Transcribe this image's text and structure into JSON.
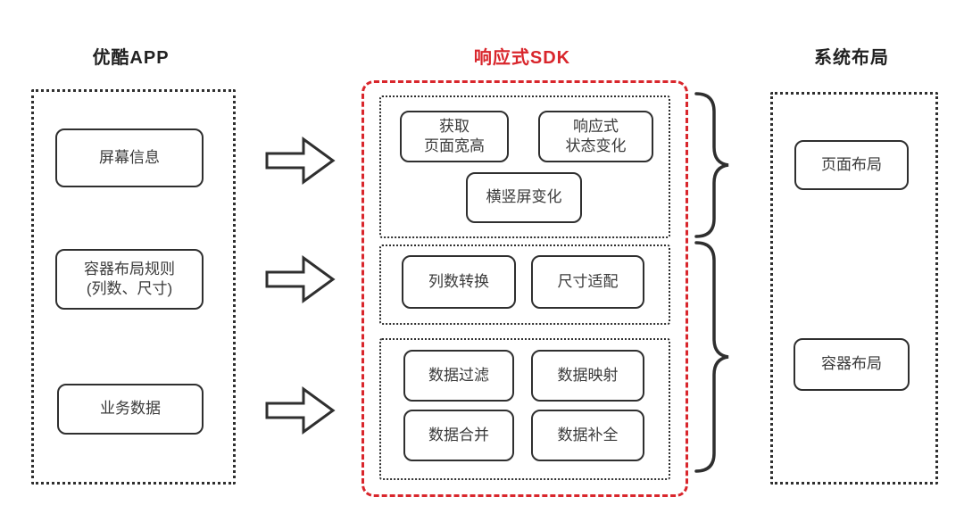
{
  "colors": {
    "accent": "#d9262c",
    "line": "#2f2f2f",
    "text": "#3a3a3a"
  },
  "left": {
    "title": "优酷APP",
    "screen_info": "屏幕信息",
    "layout_rules": "容器布局规则\n(列数、尺寸)",
    "business_data": "业务数据"
  },
  "sdk": {
    "title": "响应式SDK",
    "page_group": {
      "get_page_size": "获取\n页面宽高",
      "responsive_state": "响应式\n状态变化",
      "orientation_change": "横竖屏变化"
    },
    "layout_group": {
      "column_conversion": "列数转换",
      "size_adaptation": "尺寸适配"
    },
    "data_group": {
      "data_filter": "数据过滤",
      "data_mapping": "数据映射",
      "data_merge": "数据合并",
      "data_completion": "数据补全"
    }
  },
  "system": {
    "title": "系统布局",
    "page_layout": "页面布局",
    "container_layout": "容器布局"
  }
}
